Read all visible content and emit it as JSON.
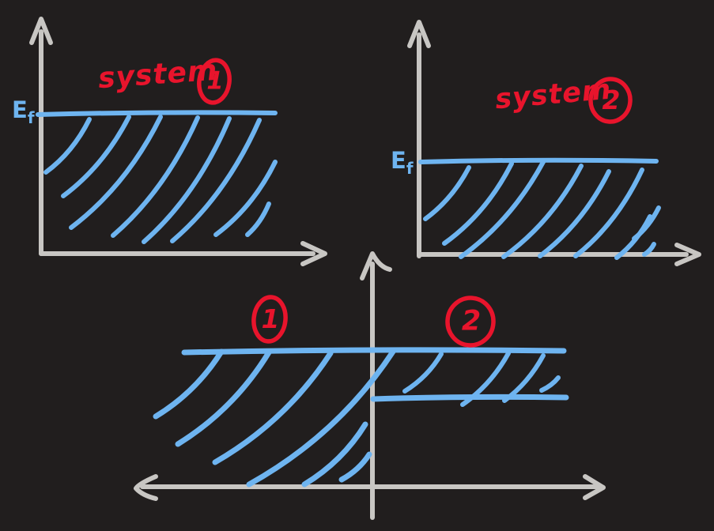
{
  "colors": {
    "background": "#211e1e",
    "axis": "#c8c6c3",
    "blue": "#6eb4f0",
    "red": "#e8142c"
  },
  "panel_system1": {
    "title": "system",
    "number": "1",
    "fermi_label_main": "E",
    "fermi_label_sub": "f"
  },
  "panel_system2": {
    "title": "system",
    "number": "2",
    "fermi_label_main": "E",
    "fermi_label_sub": "f"
  },
  "panel_combined": {
    "left_number": "1",
    "right_number": "2"
  }
}
